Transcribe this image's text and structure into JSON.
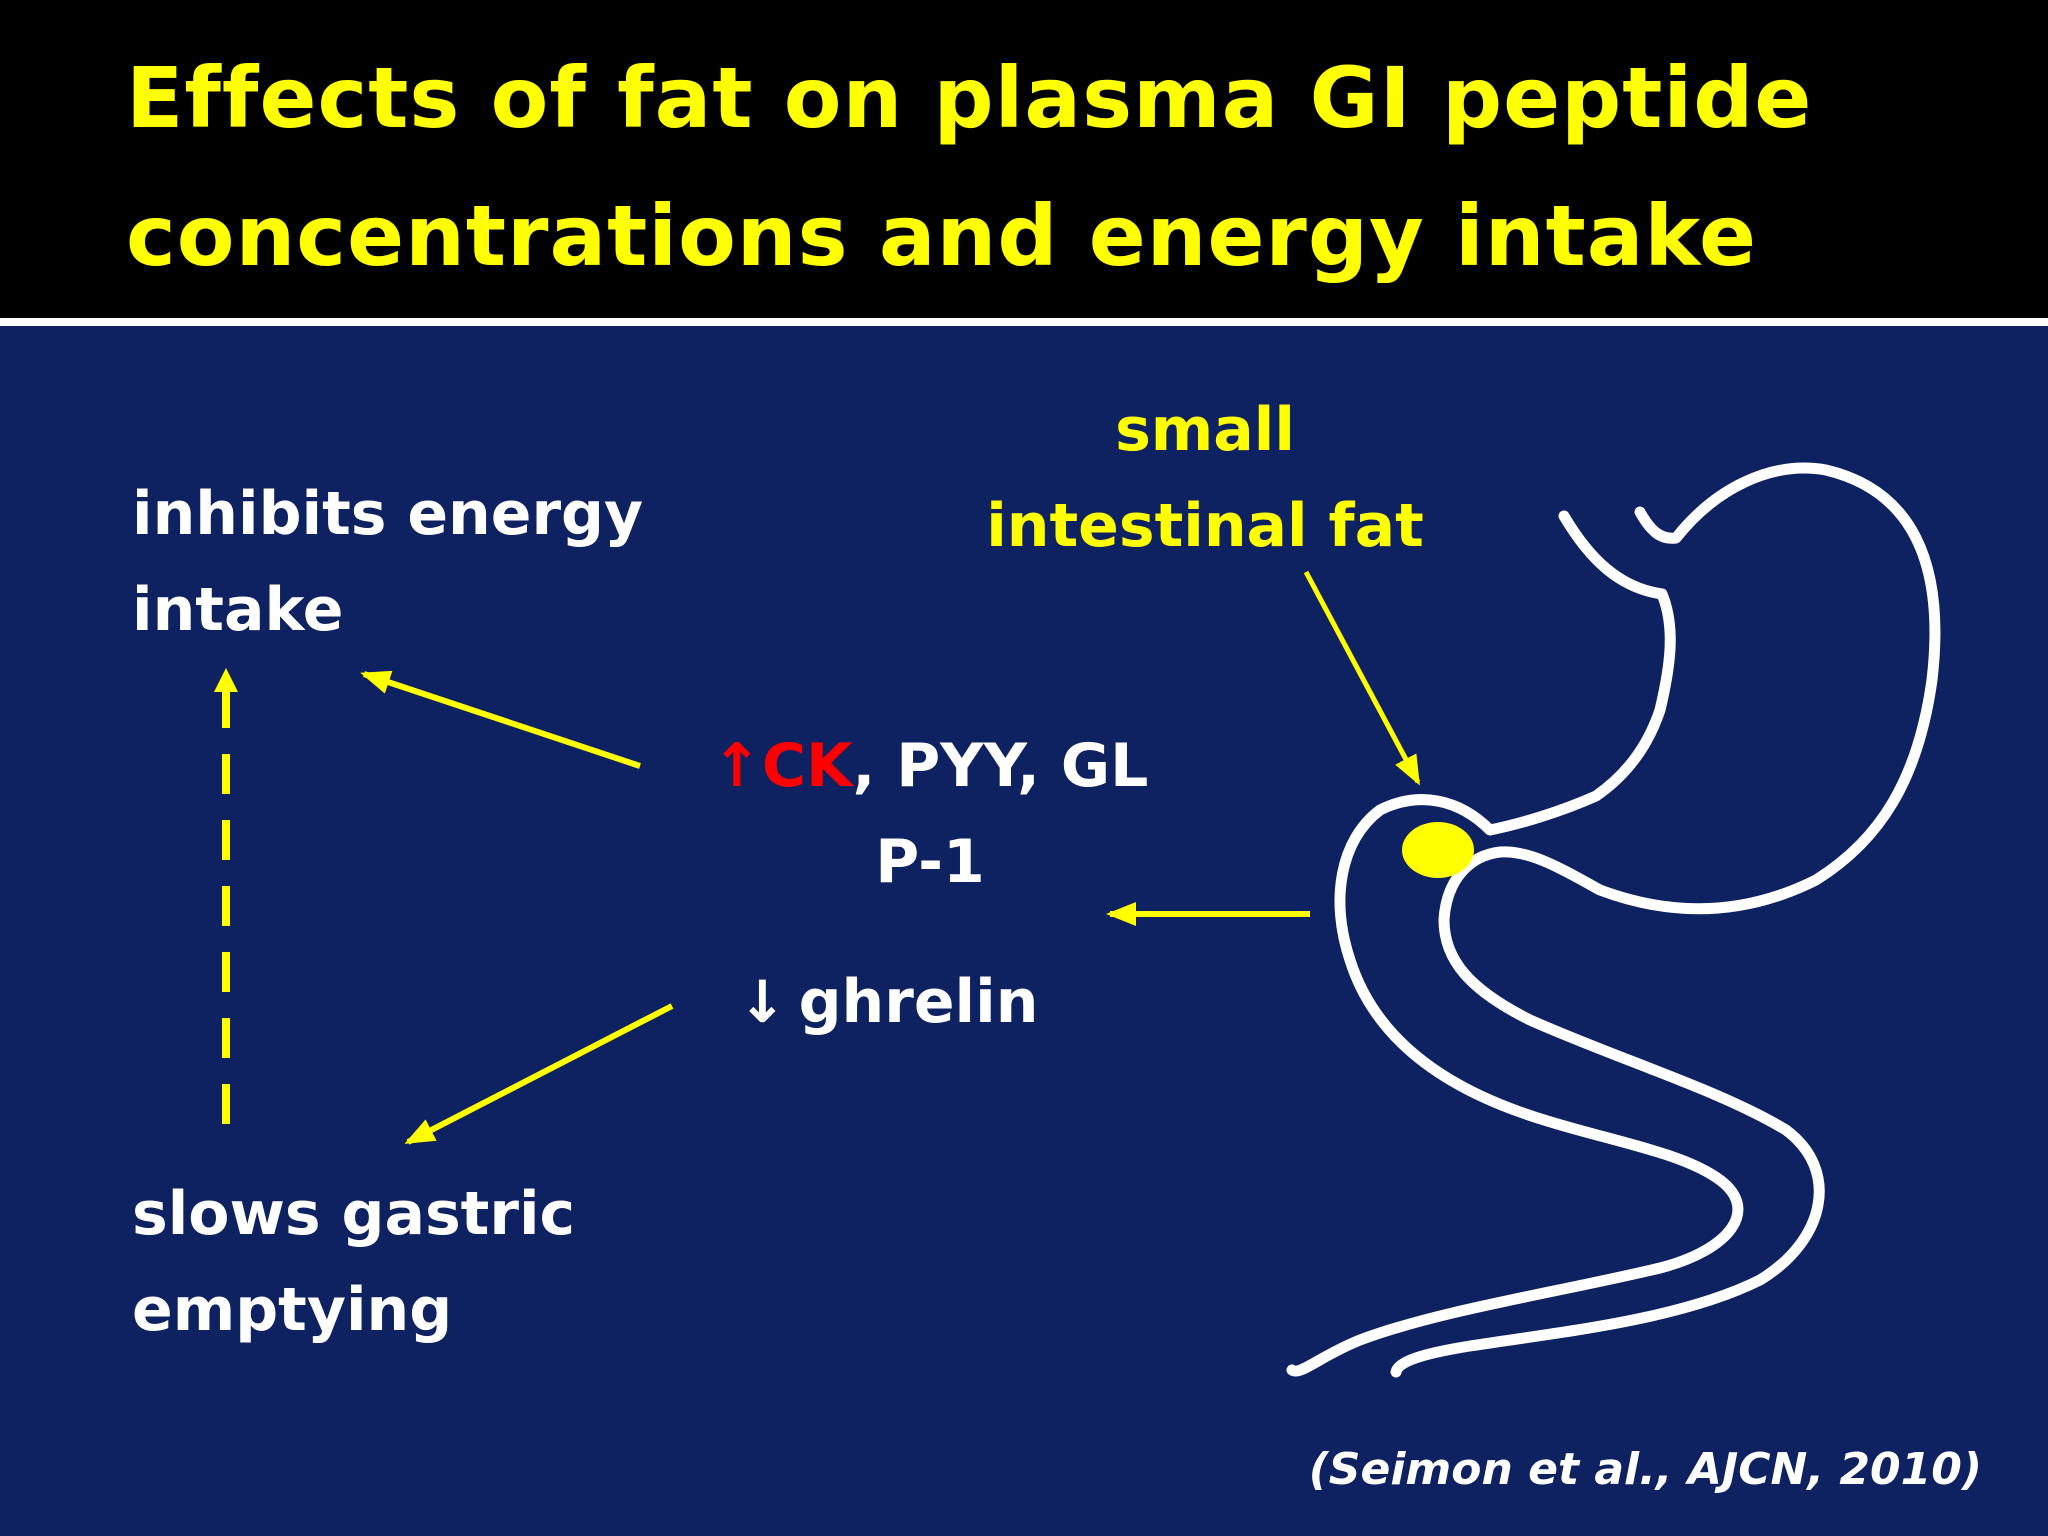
{
  "title": {
    "line1": "Effects of fat on plasma GI peptide",
    "line2": "concentrations and energy intake"
  },
  "labels": {
    "inhibits_line1": "inhibits energy",
    "inhibits_line2": "intake",
    "slows_line1": "slows gastric",
    "slows_line2": "emptying",
    "fat_line1": "small",
    "fat_line2": "intestinal fat",
    "peptides_red": "↑CK",
    "peptides_white": ", PYY, GL",
    "peptides_line2": "P-1",
    "ghrelin_arrow": "↓",
    "ghrelin": "ghrelin"
  },
  "citation": "(Seimon et al., AJCN, 2010)",
  "colors": {
    "background": "#0e2160",
    "title_bar": "#000000",
    "title_text": "#ffff00",
    "label_text": "#ffffff",
    "accent": "#ffff00",
    "highlight": "#ff0000"
  },
  "icons": {
    "gut": "stomach-and-intestine-outline-icon",
    "fat": "fat-droplet-icon"
  }
}
